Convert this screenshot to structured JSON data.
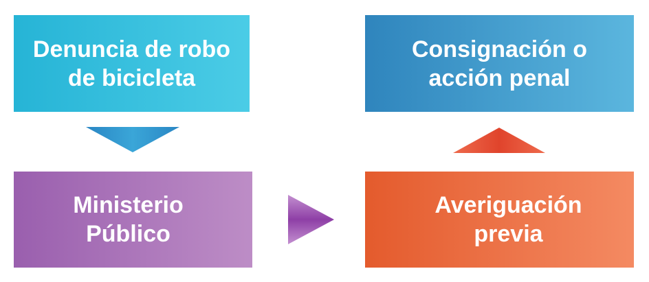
{
  "nodes": {
    "denuncia": {
      "line1": "Denuncia de robo",
      "line2": "de bicicleta"
    },
    "consignacion": {
      "line1": "Consignación o",
      "line2": "acción penal"
    },
    "ministerio": {
      "line1": "Ministerio",
      "line2": "Público"
    },
    "averiguacion": {
      "line1": "Averiguación",
      "line2": "previa"
    }
  },
  "colors": {
    "denuncia": "#26b4d6",
    "consignacion": "#2f85bd",
    "ministerio": "#9a5fae",
    "averiguacion": "#e45b2d",
    "arrow_down": "#2f96cc",
    "arrow_right": "#a45fb6",
    "arrow_up": "#e8573a"
  },
  "edges": [
    {
      "from": "denuncia",
      "to": "ministerio",
      "direction": "down"
    },
    {
      "from": "ministerio",
      "to": "averiguacion",
      "direction": "right"
    },
    {
      "from": "averiguacion",
      "to": "consignacion",
      "direction": "up"
    }
  ]
}
